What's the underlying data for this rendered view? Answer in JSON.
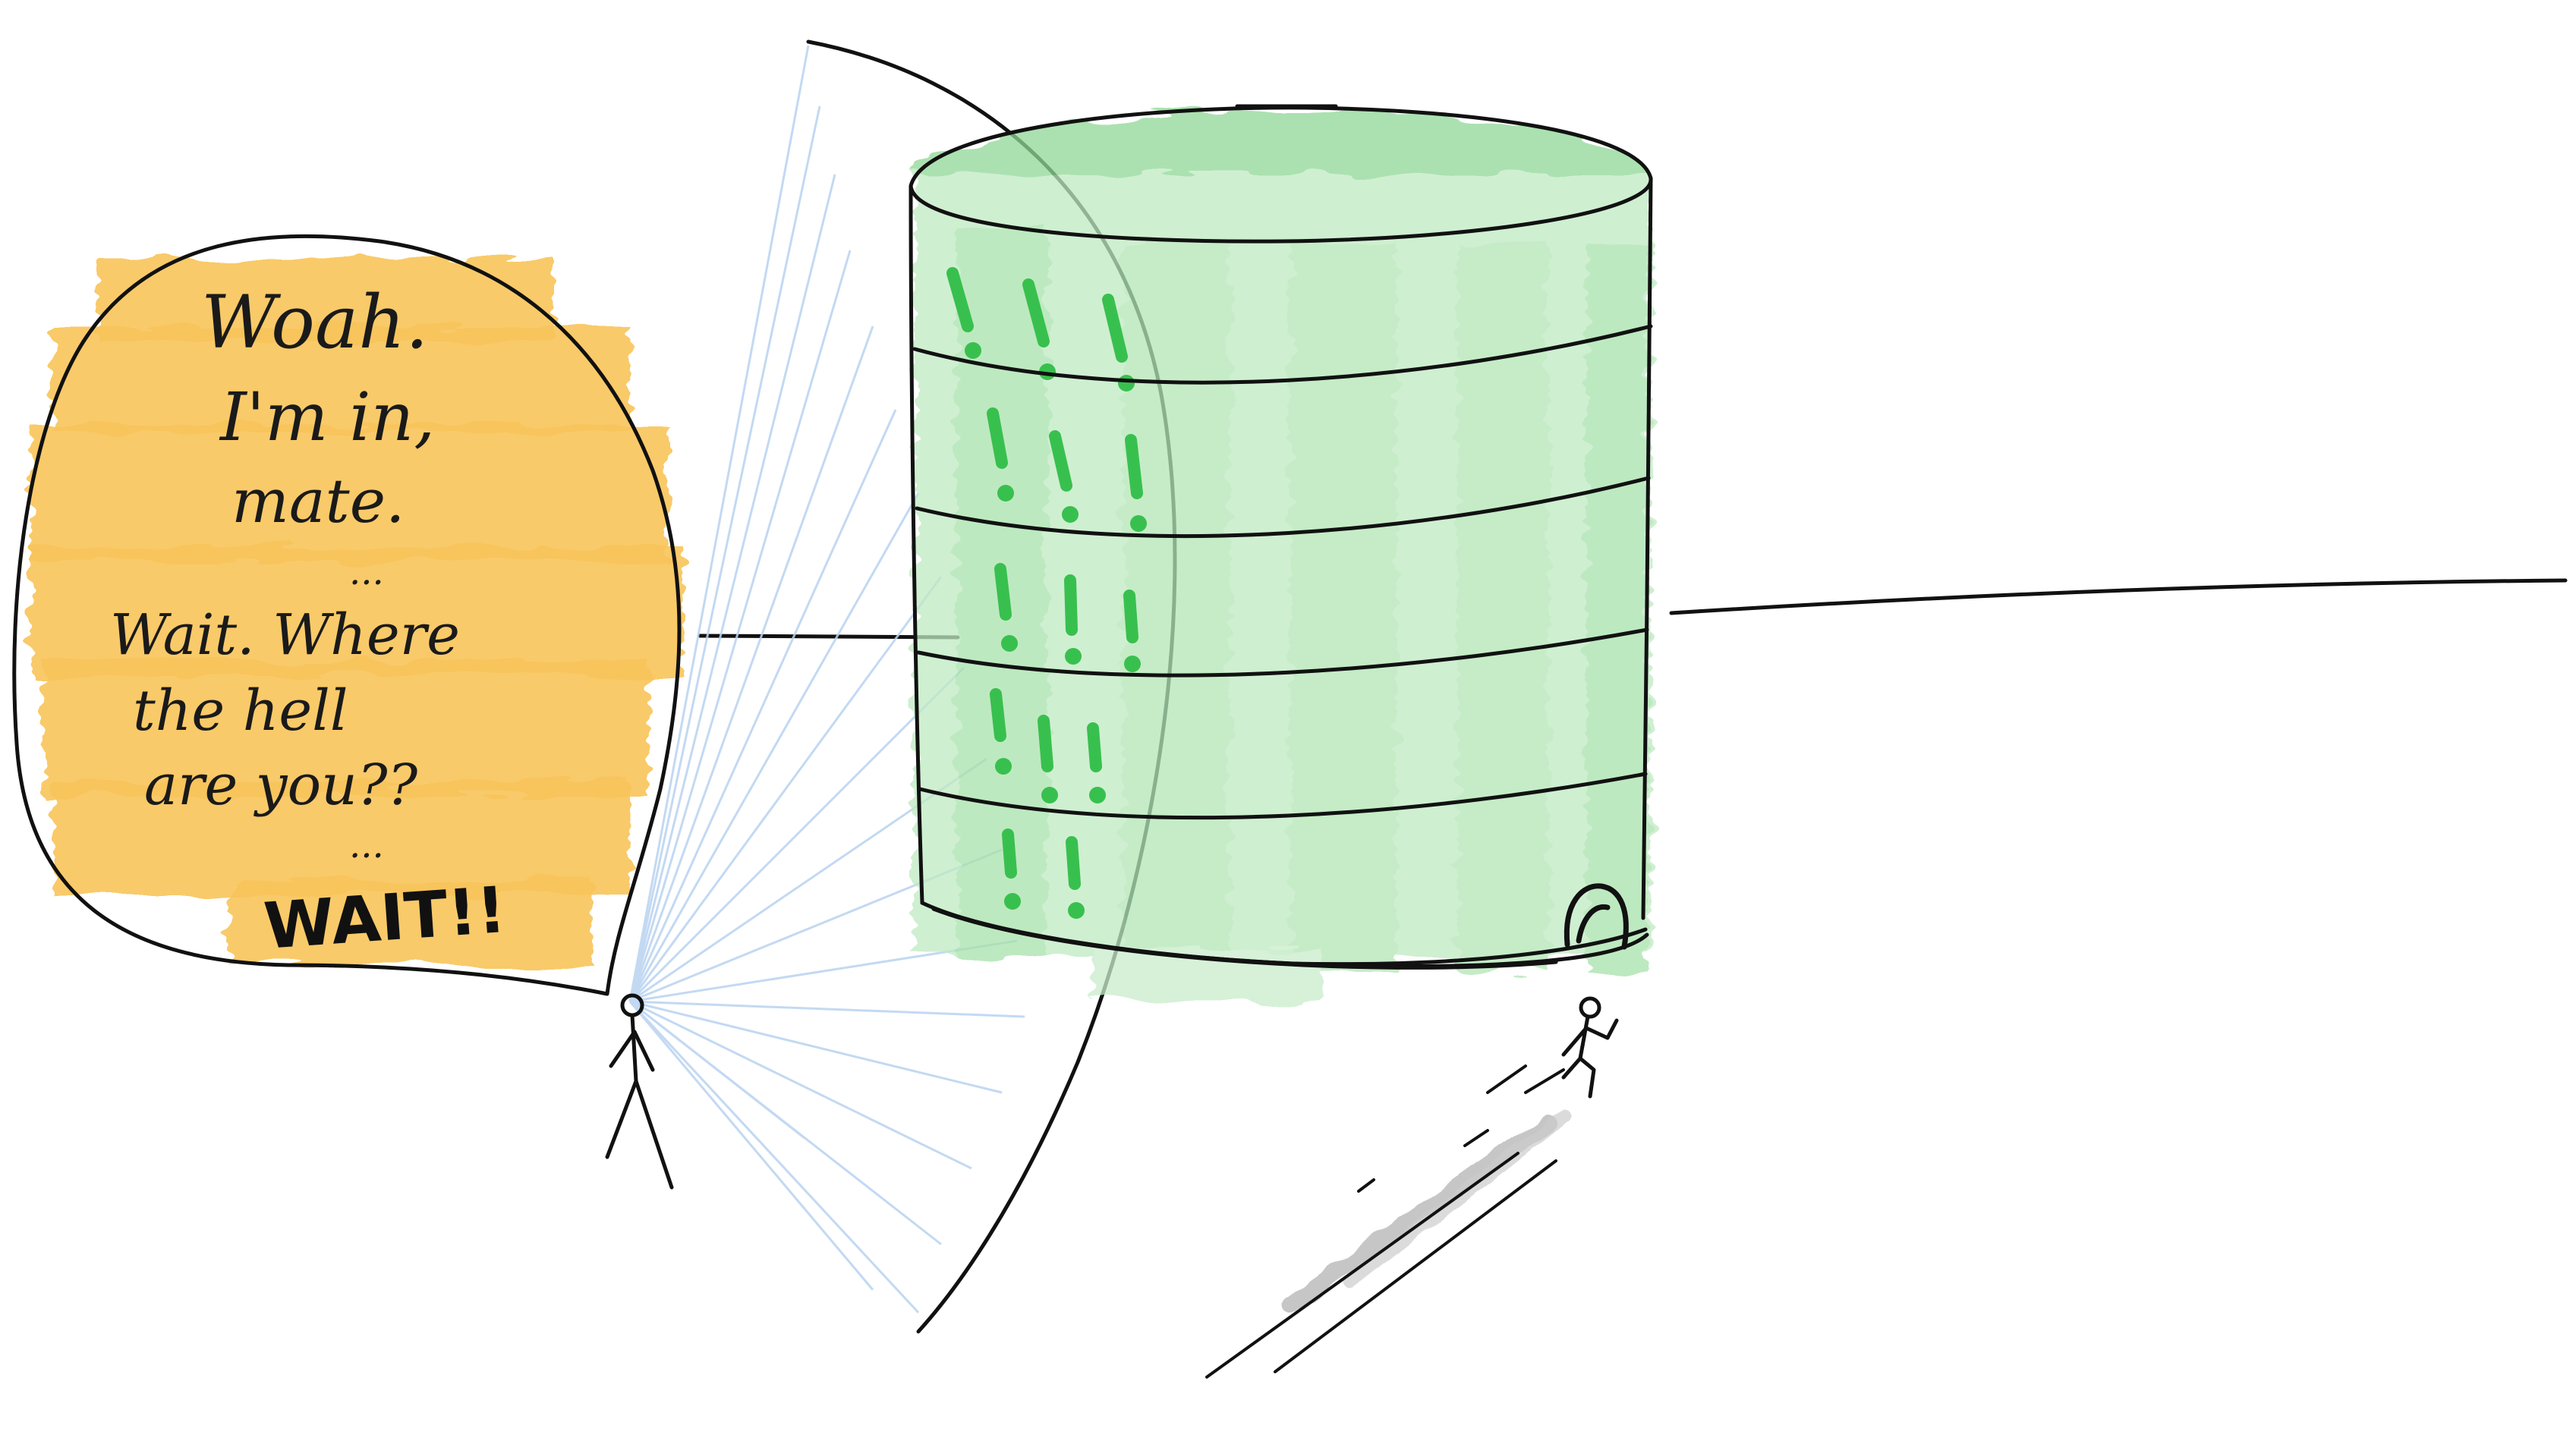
{
  "speech_bubble": {
    "lines": [
      "Woah.",
      "I'm in,",
      "mate.",
      "...",
      "Wait. Where",
      "the hell",
      "are you??",
      "...",
      "WAIT!!"
    ]
  },
  "colors": {
    "bubble_fill": "#f8c45a",
    "cylinder_fill": "#9ee0a4",
    "exclamation": "#38c04e",
    "beam": "#b9d3f0",
    "ink": "#111111",
    "dust": "#9a9a9a"
  }
}
